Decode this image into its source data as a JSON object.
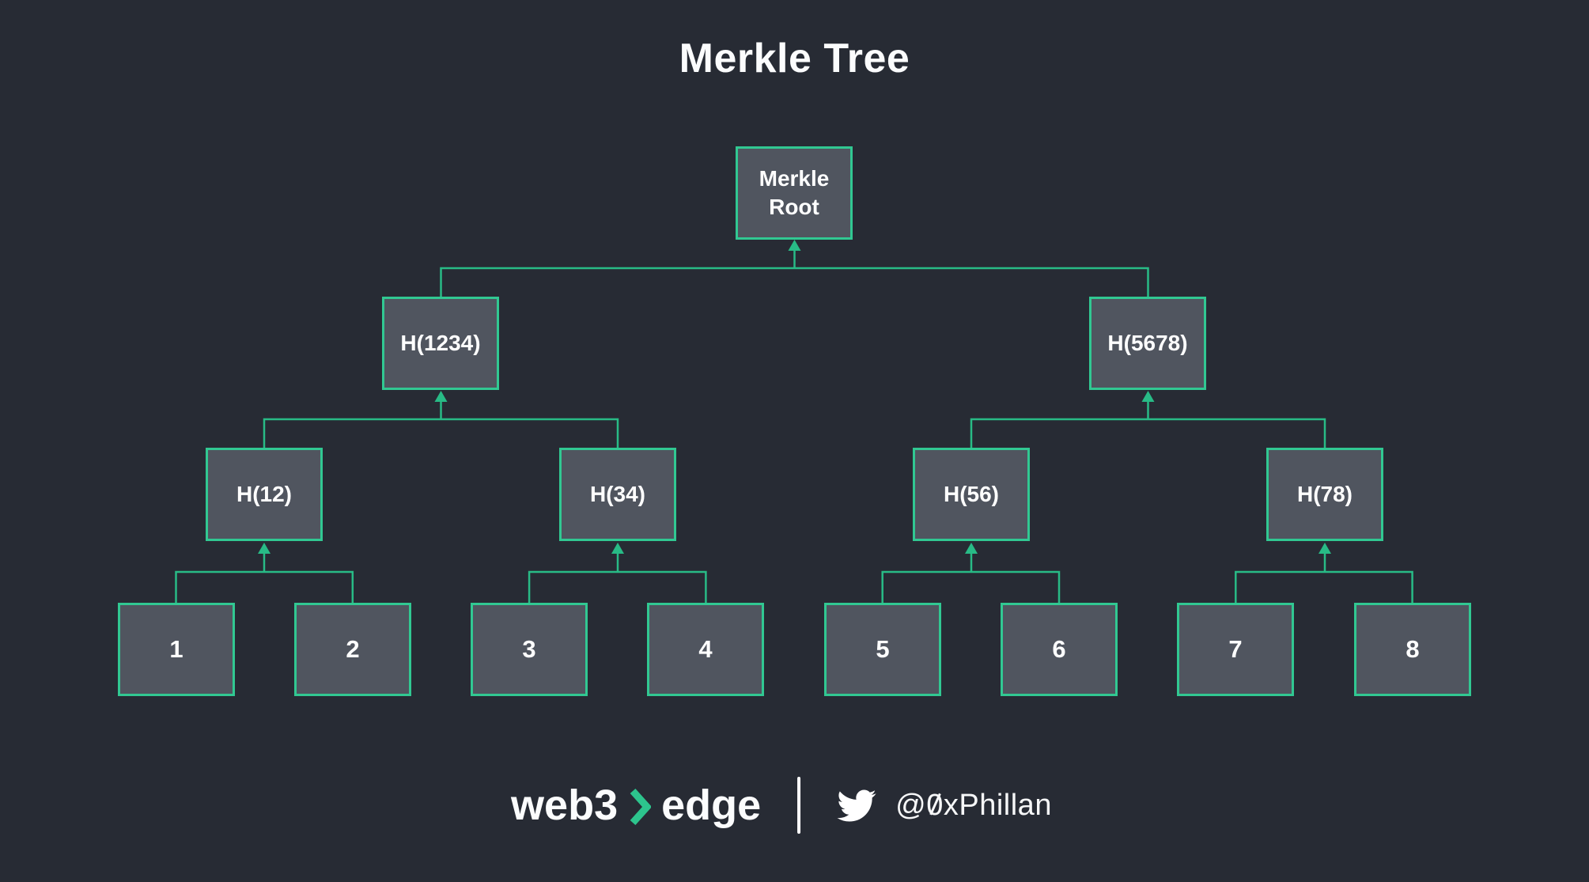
{
  "title": "Merkle Tree",
  "colors": {
    "background": "#272b34",
    "node_fill": "#50555f",
    "node_border_green": "#31c892",
    "connector_green": "#28bb86",
    "text_white": "#ffffff"
  },
  "tree": {
    "levels": [
      {
        "name": "root",
        "nodes": [
          {
            "label": "Merkle Root"
          }
        ]
      },
      {
        "name": "level-2",
        "nodes": [
          {
            "label": "H(1234)"
          },
          {
            "label": "H(5678)"
          }
        ]
      },
      {
        "name": "level-3",
        "nodes": [
          {
            "label": "H(12)"
          },
          {
            "label": "H(34)"
          },
          {
            "label": "H(56)"
          },
          {
            "label": "H(78)"
          }
        ]
      },
      {
        "name": "leaves",
        "nodes": [
          {
            "label": "1"
          },
          {
            "label": "2"
          },
          {
            "label": "3"
          },
          {
            "label": "4"
          },
          {
            "label": "5"
          },
          {
            "label": "6"
          },
          {
            "label": "7"
          },
          {
            "label": "8"
          }
        ]
      }
    ]
  },
  "footer": {
    "brand": {
      "part1": "web3",
      "chevron_icon": "chevron-right",
      "part2": "edge"
    },
    "twitter": {
      "icon": "twitter-bird",
      "handle_prefix": "@",
      "handle_zero": "0",
      "handle_suffix": "xPhillan"
    }
  }
}
